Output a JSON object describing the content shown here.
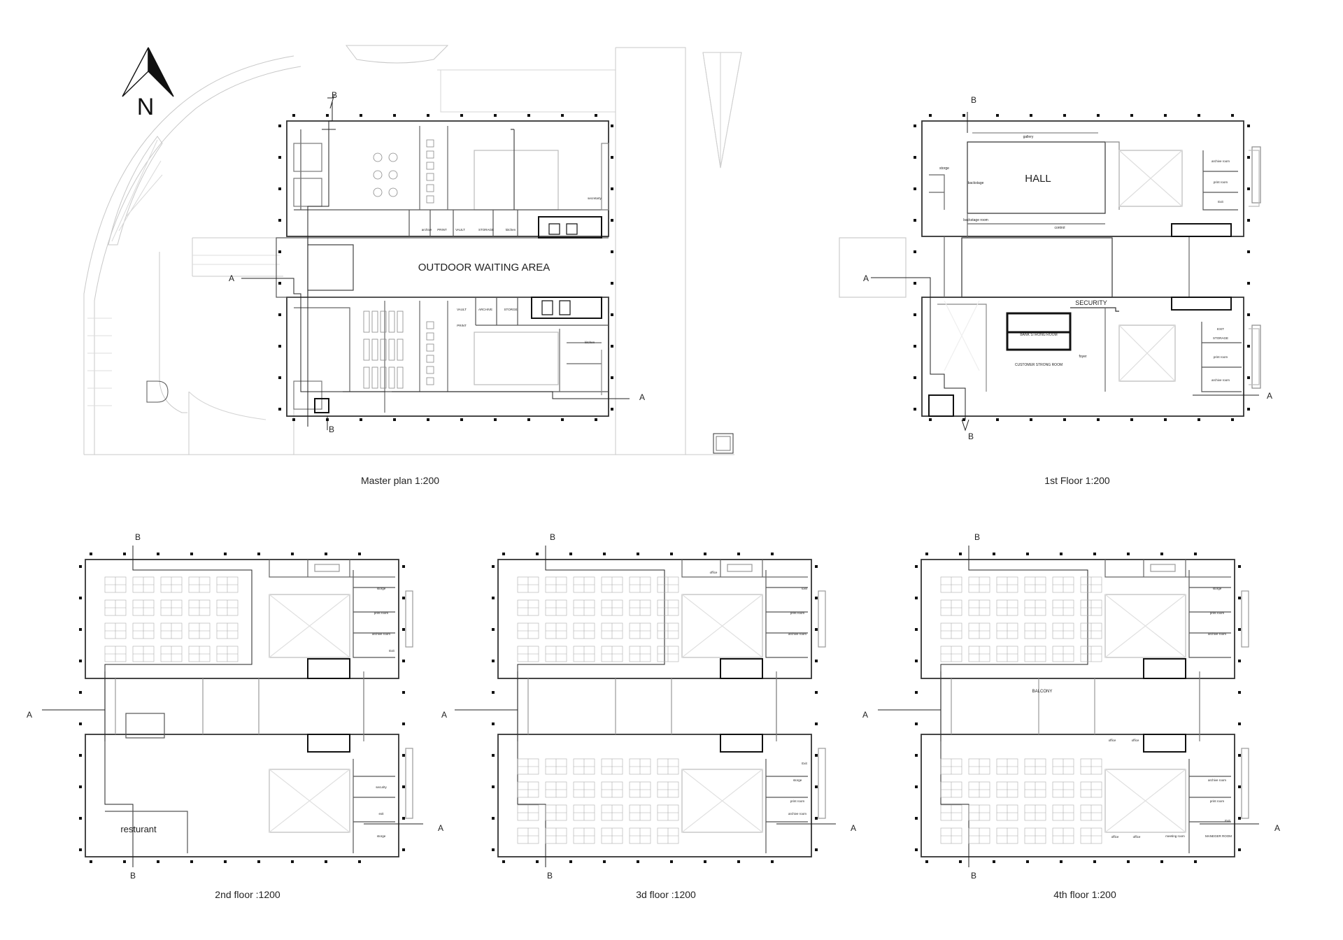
{
  "north": {
    "letter": "N"
  },
  "captions": {
    "master": "Master plan 1:200",
    "floor1": "1st Floor  1:200",
    "floor2": "2nd floor :1200",
    "floor3": "3d floor :1200",
    "floor4": "4th floor 1:200"
  },
  "section_marks": {
    "a": "A",
    "b": "B"
  },
  "master_plan": {
    "outdoor": "OUTDOOR WAITING AREA",
    "rooms_top": [
      "archive",
      "PRINT",
      "VAULT",
      "STORAGE",
      "kitchen",
      "secretarty"
    ],
    "rooms_bottom": [
      "VAULT",
      "ARCHIVE",
      "STORGE",
      "PRINT",
      "kitchen"
    ]
  },
  "floor1": {
    "hall": "HALL",
    "security": "SECURITY",
    "gallery": "gallery",
    "backstage": "backstage",
    "backstage_room": "backstage room",
    "control": "control",
    "storge": "storge",
    "bank_strong": "BANK STRONG ROOM",
    "customer_strong": "CUSTOMER STRONG ROOM",
    "foyer": "foyer",
    "right_top": [
      "archive room",
      "print room",
      "Exit"
    ],
    "right_bottom": [
      "EXIT",
      "STORAGE",
      "print room",
      "archive room"
    ]
  },
  "floor2": {
    "restaurant": "resturant",
    "right_top": [
      "storge",
      "print room",
      "archive room",
      "Exit"
    ],
    "right_bottom": [
      "security",
      "exit",
      "storge"
    ]
  },
  "floor3": {
    "office": "office",
    "right_top": [
      "Exit",
      "print room",
      "archive room"
    ],
    "right_bottom": [
      "Exit",
      "storge",
      "print room",
      "archive room"
    ]
  },
  "floor4": {
    "balcony": "BALCONY",
    "right_top": [
      "storge",
      "print room",
      "archive room"
    ],
    "right_bottom": [
      "archive room",
      "print room",
      "Exit"
    ],
    "bottom_row": [
      "office",
      "office",
      "meeting room",
      "MANEGER ROOM"
    ],
    "office_mid": [
      "office",
      "office"
    ]
  }
}
